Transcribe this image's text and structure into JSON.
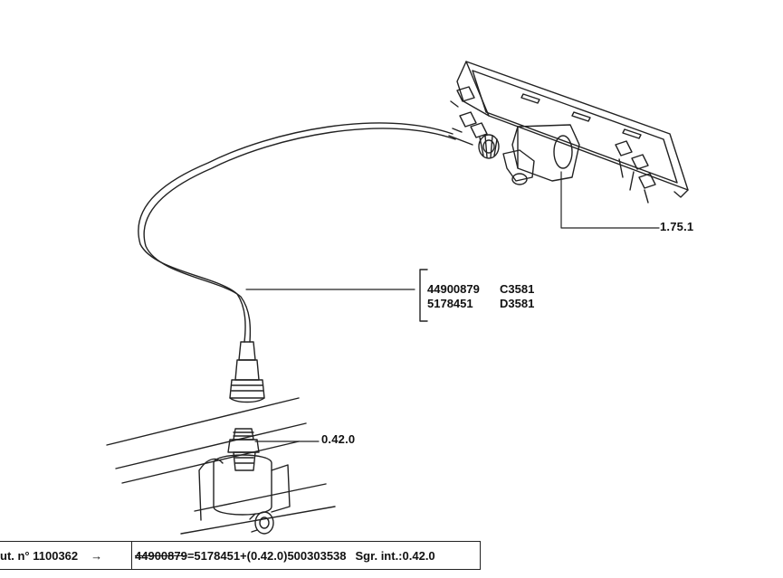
{
  "labels": {
    "top_ref": "1.75.1",
    "mid_ref": "0.42.0"
  },
  "parts": [
    {
      "number": "44900879",
      "code": "C3581"
    },
    {
      "number": "5178451",
      "code": "D3581"
    }
  ],
  "footer": {
    "serial": "ut. n° 1100362",
    "arrow": "→",
    "old_part": "44900879",
    "equation": "=5178451+(0.42.0)500303538",
    "sgr": "Sgr. int.:0.42.0"
  }
}
